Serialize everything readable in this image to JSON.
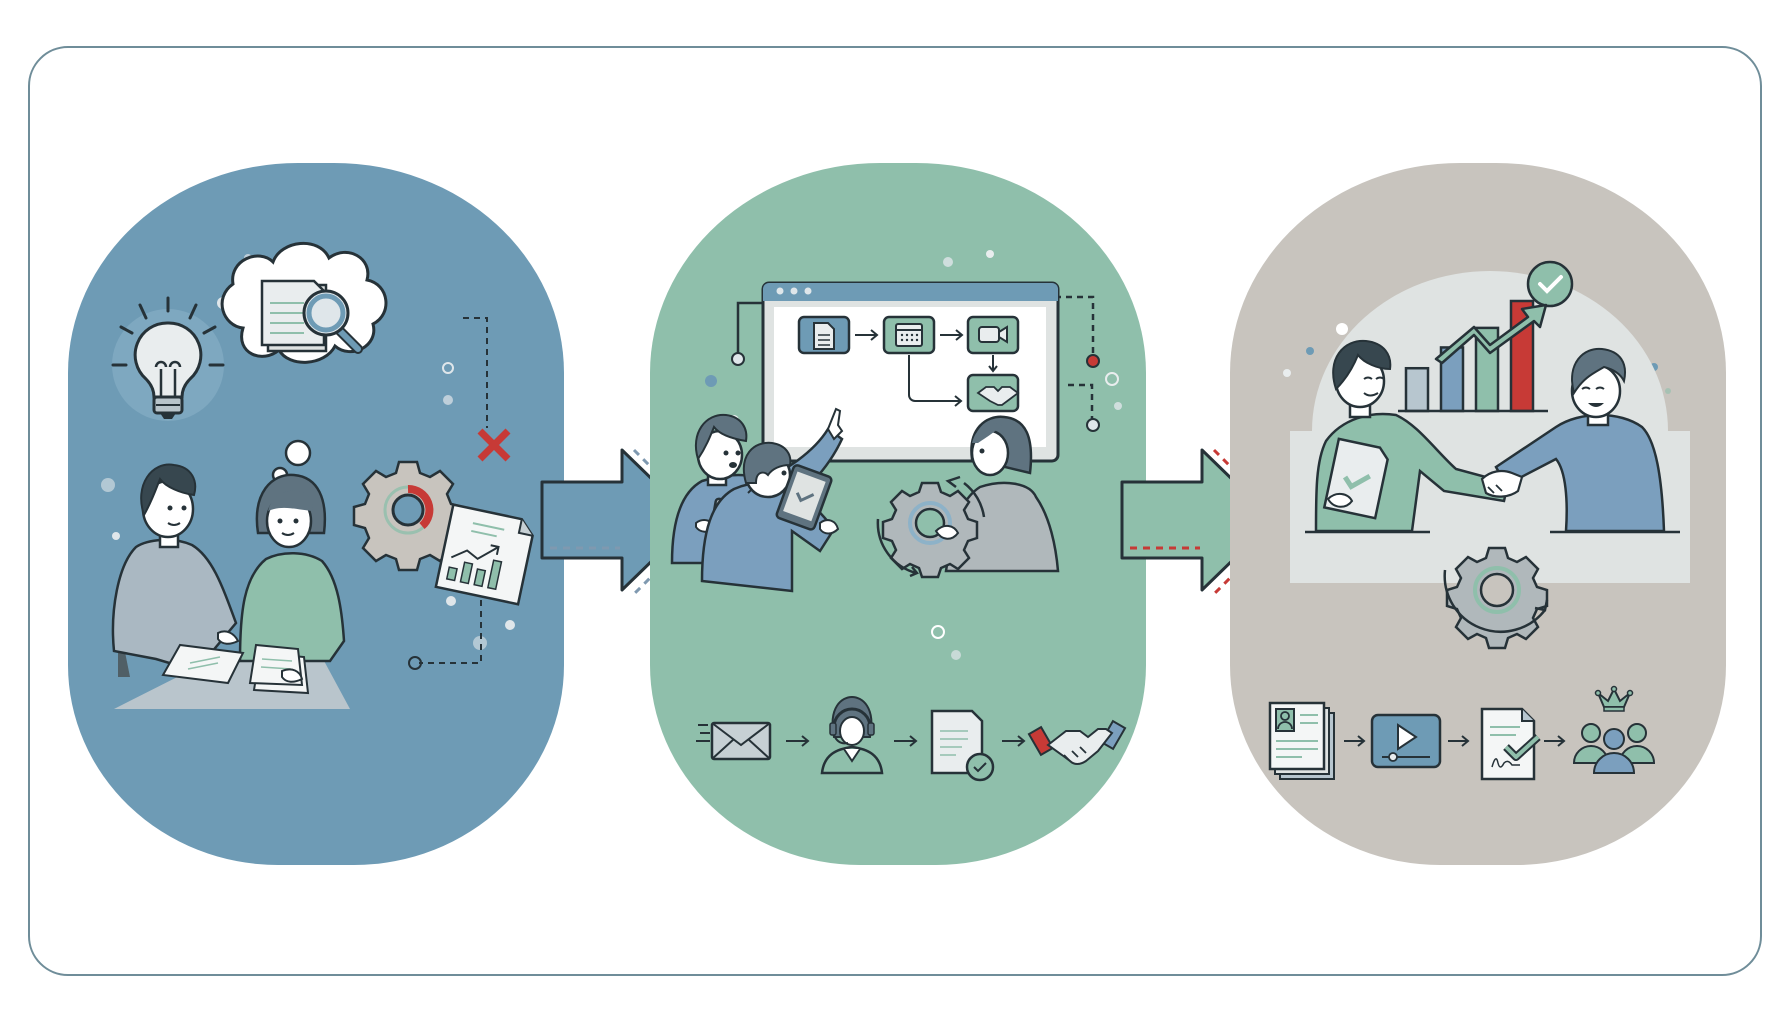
{
  "diagram": {
    "type": "three-stage process flow",
    "colors": {
      "frame_border": "#6f8d99",
      "stage_1_bg": "#6e9bb5",
      "stage_2_bg": "#8fbfab",
      "stage_3_bg": "#c8c4be",
      "outline": "#263238",
      "accent_red": "#c73a36",
      "green": "#8fbfab",
      "blue": "#7b9fbe",
      "grey_light": "#dfe3e2",
      "white": "#ffffff"
    },
    "stages": [
      {
        "id": "stage-1",
        "theme": "research & ideation",
        "elements": [
          "lightbulb-icon",
          "thought-cloud-icon",
          "document-search-icon",
          "gear-progress-icon",
          "cross-mark-icon",
          "report-chart-icon",
          "person-man",
          "person-woman",
          "desk",
          "paper-sheet"
        ]
      },
      {
        "id": "stage-2",
        "theme": "workflow & engagement",
        "screen_flow": [
          "document-icon",
          "calendar-icon",
          "video-camera-icon",
          "handshake-icon"
        ],
        "bottom_flow": [
          "email-icon",
          "support-agent-icon",
          "document-approved-icon",
          "handshake-icon"
        ],
        "elements": [
          "browser-window",
          "person-pointing",
          "person-with-tablet",
          "person-with-gear",
          "tablet-check-icon",
          "gear-cycle-icon"
        ]
      },
      {
        "id": "stage-3",
        "theme": "agreement & growth",
        "chart": {
          "bars": [
            0.35,
            0.52,
            0.68,
            0.9
          ],
          "bar_colors": [
            "#b7c6cf",
            "#7b9fbe",
            "#8fbfab",
            "#c73a36"
          ],
          "trend": "up"
        },
        "bottom_flow": [
          "resume-icon",
          "video-player-icon",
          "signed-contract-icon",
          "team-crown-icon"
        ],
        "elements": [
          "check-badge-icon",
          "trend-arrow-icon",
          "person-with-document",
          "person-smiling",
          "handshake",
          "gear-cycle-icon"
        ]
      }
    ],
    "connectors": [
      {
        "from": "stage-1",
        "to": "stage-2",
        "color": "#6e9bb5",
        "dash_color": "#7f99b0"
      },
      {
        "from": "stage-2",
        "to": "stage-3",
        "color": "#8fbfab",
        "dash_color": "#c73a36"
      }
    ]
  }
}
